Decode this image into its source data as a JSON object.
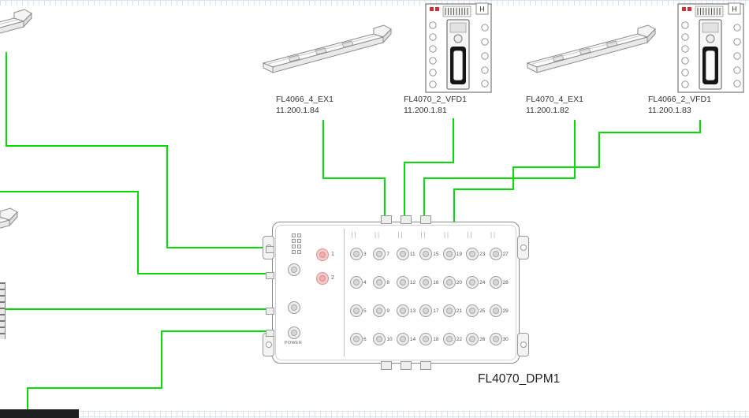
{
  "canvas": {
    "background": "#ffffff",
    "grid_line_color": "#d7e4ef",
    "connection_color": "#00de00"
  },
  "labels": {
    "ex1_left": {
      "name": "FL4066_4_EX1",
      "ip": "11.200.1.84"
    },
    "vfd_left": {
      "name": "FL4070_2_VFD1",
      "ip": "11.200.1.81",
      "badge": "H"
    },
    "ex1_right": {
      "name": "FL4070_4_EX1",
      "ip": "11.200.1.82"
    },
    "vfd_right": {
      "name": "FL4066_2_VFD1",
      "ip": "11.200.1.83",
      "badge": "H"
    },
    "dpm": {
      "name": "FL4070_DPM1"
    }
  },
  "dpm": {
    "power_label": "POWER",
    "red_port_numbers": [
      "1",
      "2"
    ],
    "grid_rows": [
      [
        3,
        7,
        11,
        15,
        19,
        23,
        27
      ],
      [
        4,
        8,
        12,
        16,
        20,
        24,
        28
      ],
      [
        5,
        9,
        13,
        17,
        21,
        25,
        29
      ],
      [
        6,
        10,
        14,
        18,
        22,
        26,
        30
      ]
    ]
  }
}
